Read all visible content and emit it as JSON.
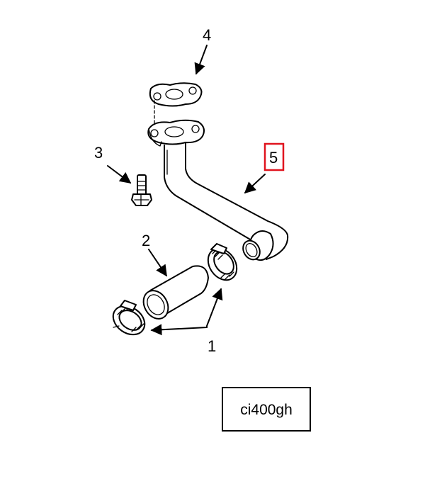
{
  "callouts": {
    "c1": "1",
    "c2": "2",
    "c3": "3",
    "c4": "4",
    "c5": "5"
  },
  "highlight_color": "#e0141e",
  "reference_code": "ci400gh"
}
